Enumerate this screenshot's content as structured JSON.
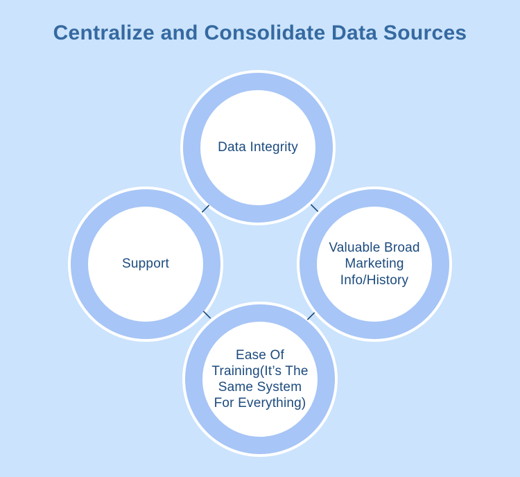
{
  "title": "Centralize and Consolidate Data Sources",
  "nodes": [
    {
      "id": "data-integrity",
      "label": "Data Integrity"
    },
    {
      "id": "support",
      "label": "Support"
    },
    {
      "id": "valuable-broad-marketing-info-history",
      "label": "Valuable Broad\nMarketing\nInfo/History"
    },
    {
      "id": "ease-of-training",
      "label": "Ease Of\nTraining(It’s The\nSame System\nFor Everything)"
    }
  ],
  "connectors": [
    {
      "between": "data-integrity/support"
    },
    {
      "between": "data-integrity/valuable-broad-marketing-info-history"
    },
    {
      "between": "support/ease-of-training"
    },
    {
      "between": "valuable-broad-marketing-info-history/ease-of-training"
    }
  ],
  "colors": {
    "background": "#cbe3fc",
    "ring": "#a7c5f6",
    "circle_fill": "#ffffff",
    "title_text": "#3569a0",
    "node_text": "#1b4a7d",
    "connector": "#27507f"
  }
}
